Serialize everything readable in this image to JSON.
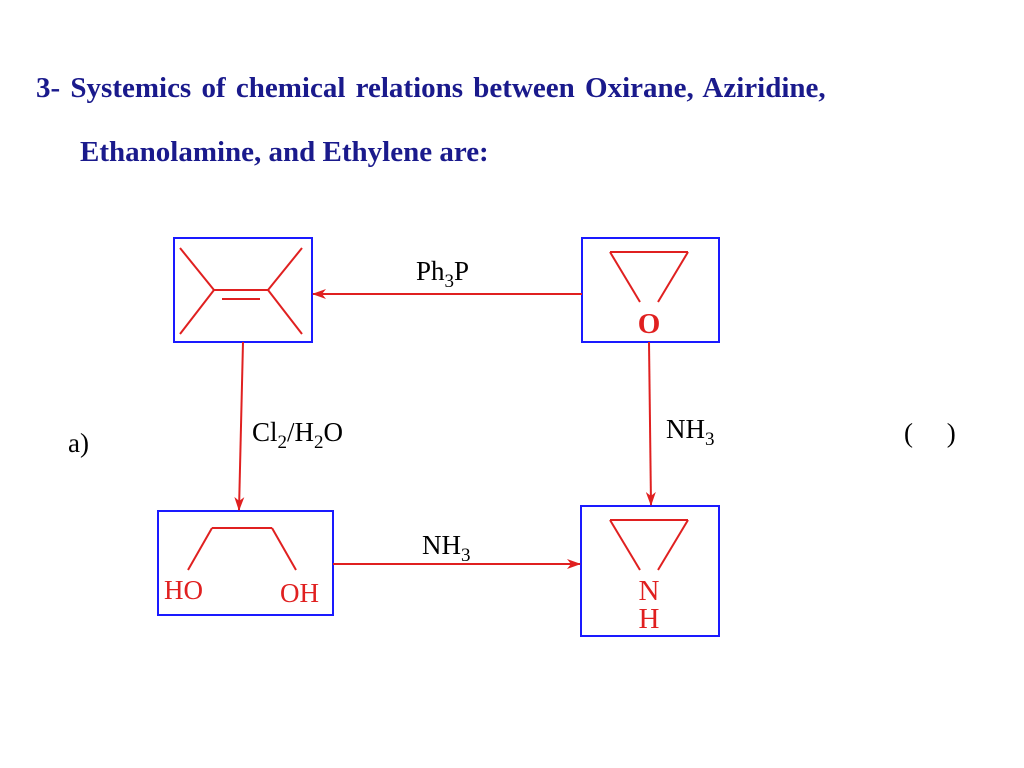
{
  "title": {
    "line1": "3- Systemics of chemical relations between Oxirane, Aziridine,",
    "line2": "Ethanolamine, and Ethylene are:"
  },
  "side_labels": {
    "left": "a)",
    "right": "(     )"
  },
  "reagents": {
    "top": {
      "main": "Ph",
      "sub": "3",
      "tail": "P"
    },
    "left": {
      "a": "Cl",
      "a_sub": "2",
      "b": "/H",
      "b_sub": "2",
      "c": "O"
    },
    "right": {
      "main": "NH",
      "sub": "3"
    },
    "bottom": {
      "main": "NH",
      "sub": "3"
    }
  },
  "atoms": {
    "oxirane_O": "O",
    "ho": "HO",
    "oh": "OH",
    "aziridine_N": "N",
    "aziridine_H": "H"
  },
  "colors": {
    "title": "#1a1a8c",
    "box": "#1a1aff",
    "bond": "#e02020",
    "arrow": "#e02020",
    "text": "#000000"
  }
}
